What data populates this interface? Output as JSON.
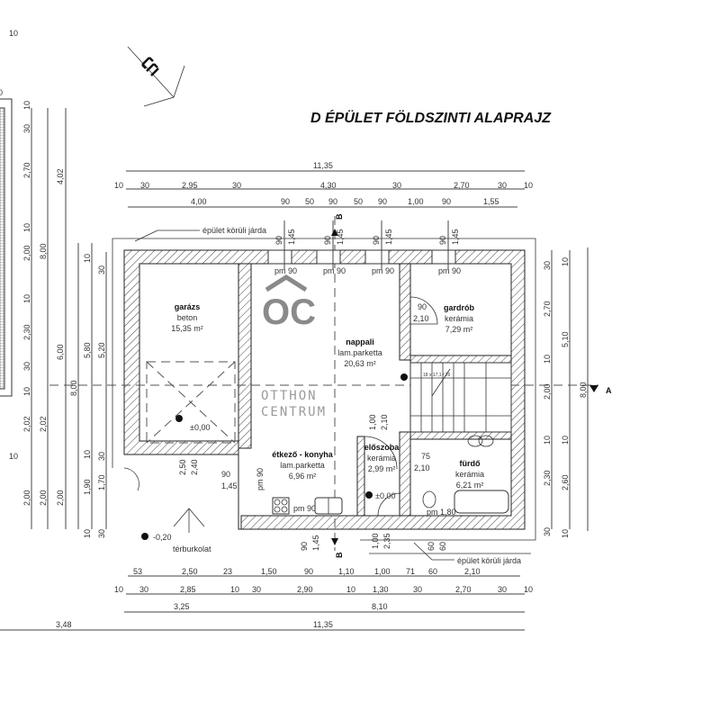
{
  "title": "D ÉPÜLET FÖLDSZINTI ALAPRAJZ",
  "watermark": {
    "logo": "OC",
    "line1": "OTTHON",
    "line2": "CENTRUM"
  },
  "rooms": {
    "garage": {
      "name": "garázs",
      "floor": "beton",
      "area": "15,35 m²"
    },
    "living": {
      "name": "nappali",
      "floor": "lam.parketta",
      "area": "20,63 m²"
    },
    "wardrobe": {
      "name": "gardrób",
      "floor": "kerámia",
      "area": "7,29 m²"
    },
    "dining": {
      "name": "étkező - konyha",
      "floor": "lam.parketta",
      "area": "6,96 m²"
    },
    "hall": {
      "name": "előszoba",
      "floor": "kerámia",
      "area": "2,99 m²"
    },
    "bath": {
      "name": "fürdő",
      "floor": "kerámia",
      "area": "6,21 m²"
    }
  },
  "labels": {
    "sidewalk_top": "épület körüli járda",
    "sidewalk_bottom": "épület körüli járda",
    "paving": "térburkolat",
    "level_garage": "±0,00",
    "level_hall": "±0,00",
    "level_outside": "-0,20",
    "section_a": "A",
    "section_b_top": "B",
    "section_b_bottom": "B",
    "stairs": "18 x 17,1 / 26"
  },
  "top_dims": {
    "overall": "11,35",
    "row2": [
      "10",
      "30",
      "2,95",
      "30",
      "4,30",
      "30",
      "2,70",
      "30",
      "10"
    ],
    "row3": [
      "4,00",
      "90",
      "50",
      "90",
      "50",
      "90",
      "1,00",
      "90",
      "1,55"
    ]
  },
  "bottom_dims": {
    "row1": [
      "53",
      "2,50",
      "23",
      "1,50",
      "90",
      "1,10",
      "1,00",
      "71",
      "60",
      "2,10"
    ],
    "row2": [
      "10",
      "30",
      "2,85",
      "10",
      "30",
      "2,90",
      "10",
      "1,30",
      "30",
      "2,70",
      "30",
      "10"
    ],
    "row3": [
      "3,25",
      "8,10"
    ],
    "overall": "11,35",
    "left_extra": "3,48"
  },
  "left_dims": {
    "col1": [
      "10",
      "30",
      "2,70",
      "10",
      "2,00",
      "10",
      "2,30",
      "30",
      "10",
      "2,02",
      "2,00"
    ],
    "col2": [
      "4,02",
      "8,00",
      "2,02",
      "2,00"
    ],
    "col3": [
      "6,00",
      "2,00"
    ],
    "col4": [
      "8,00"
    ],
    "col5": [
      "10",
      "5,80",
      "10",
      "1,90",
      "10"
    ],
    "col6": [
      "30",
      "5,20",
      "30",
      "1,70",
      "30"
    ],
    "top_left": "10",
    "left_edge": "0",
    "mid_left": "10"
  },
  "right_dims": {
    "col1": [
      "30",
      "2,70",
      "10",
      "2,00",
      "10",
      "2,30",
      "30"
    ],
    "col2": [
      "10",
      "5,10",
      "10",
      "2,60",
      "10"
    ],
    "col3": "8,00"
  },
  "windows": {
    "w_label": "90",
    "h_label": "1,45",
    "pm": "pm 90",
    "pm_bath": "pm 1,80",
    "w60a": "60",
    "w60b": "60"
  },
  "doors": {
    "wardrobe_w": "90",
    "wardrobe_h": "2,10",
    "hall_w": "1,00",
    "hall_h": "2,10",
    "bath_w": "75",
    "bath_h": "2,10",
    "entry_w": "1,00",
    "entry_h": "2,35",
    "garage_side_w": "90",
    "garage_side_h": "1,45",
    "garage_side_pm": "pm 90",
    "garage_door_a": "2,50",
    "garage_door_b": "2,40",
    "kitchen_win_w": "90",
    "kitchen_win_h": "1,45"
  }
}
